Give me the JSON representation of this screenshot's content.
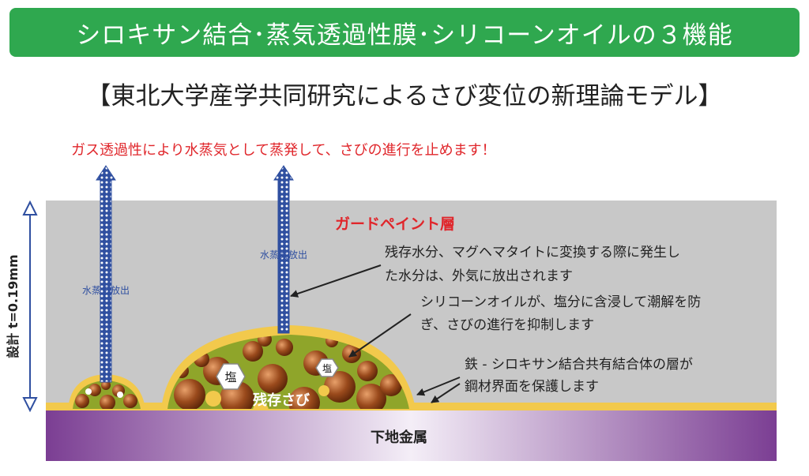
{
  "header": {
    "title": "シロキサン結合･蒸気透過性膜･シリコーンオイルの３機能"
  },
  "subtitle": "【東北大学産学共同研究によるさび変位の新理論モデル】",
  "top_note": "ガス透過性により水蒸気として蒸発して、さびの進行を止めます！",
  "diagram": {
    "thickness_label": "設計 t=0.19mm",
    "paint_layer_label": "ガードペイント層",
    "vapor_label_left": "水蒸気放出",
    "vapor_label_center": "水蒸気放出",
    "annotation_1_line1": "残存水分、マグヘマタイトに変換する際に発生し",
    "annotation_1_line2": "た水分は、外気に放出されます",
    "annotation_2_line1": "シリコーンオイルが、塩分に含浸して潮解を防",
    "annotation_2_line2": "ぎ、さびの進行を抑制します",
    "annotation_3_line1": "鉄 - シロキサン結合共有結合体の層が",
    "annotation_3_line2": "鋼材界面を保護します",
    "salt_label_large": "塩",
    "salt_label_small": "塩",
    "rust_label": "残存さび",
    "base_metal_label": "下地金属"
  },
  "colors": {
    "banner": "#2fa84f",
    "paint_layer": "#c8c8c8",
    "accent_red": "#e0262b",
    "siloxane_layer": "#f2c94c",
    "base_metal": "#7b3e93"
  }
}
